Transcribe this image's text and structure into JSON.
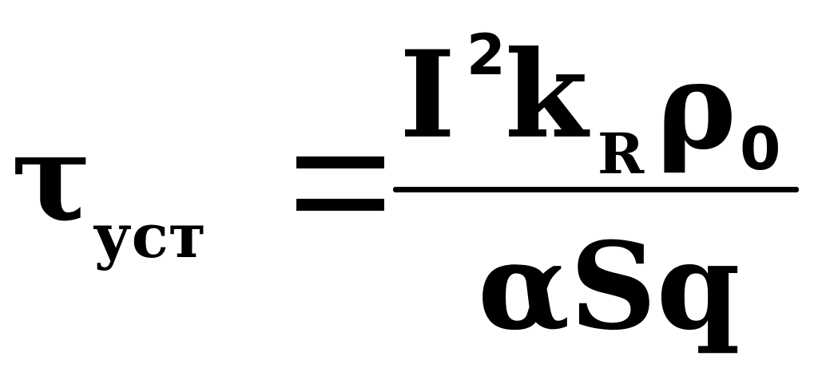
{
  "formula": {
    "lhs": {
      "symbol": "τ",
      "subscript": "уст"
    },
    "equals": "=",
    "numerator": {
      "current": "I",
      "current_exponent": "2",
      "coefficient": "k",
      "coefficient_subscript": "R",
      "resistivity": "ρ",
      "resistivity_subscript": "0"
    },
    "denominator": "αSq"
  }
}
